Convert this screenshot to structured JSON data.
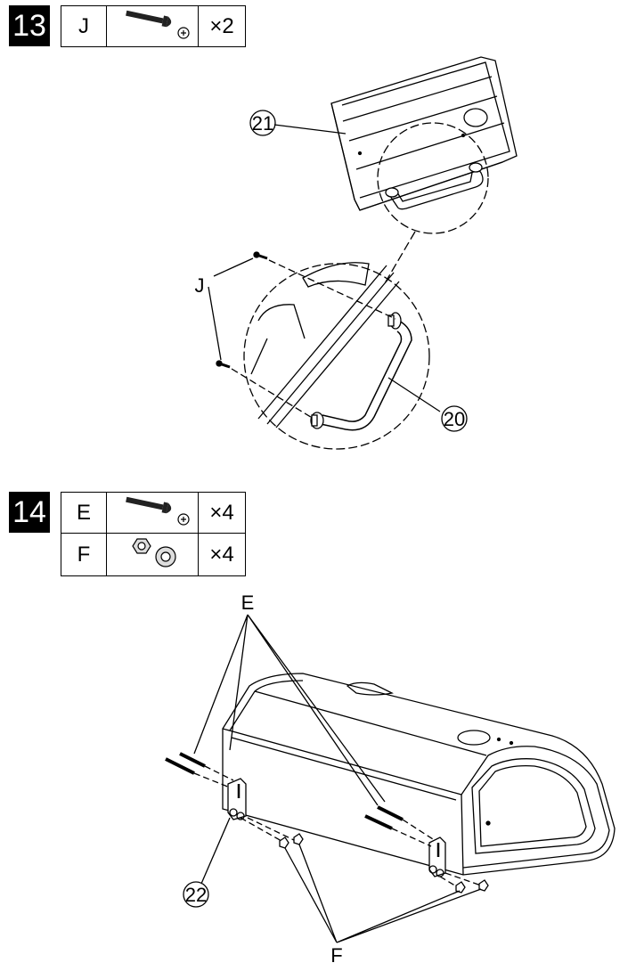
{
  "steps": [
    {
      "number": "13",
      "parts": [
        {
          "letter": "J",
          "qty": "×2",
          "icon": "screw-icon"
        }
      ],
      "callouts": {
        "lid": "21",
        "handle": "20",
        "screw": "J"
      }
    },
    {
      "number": "14",
      "parts": [
        {
          "letter": "E",
          "qty": "×4",
          "icon": "screw-icon"
        },
        {
          "letter": "F",
          "qty": "×4",
          "icon": "nut-washer-icon"
        }
      ],
      "callouts": {
        "bracket": "22",
        "screws": "E",
        "nuts": "F"
      }
    }
  ]
}
